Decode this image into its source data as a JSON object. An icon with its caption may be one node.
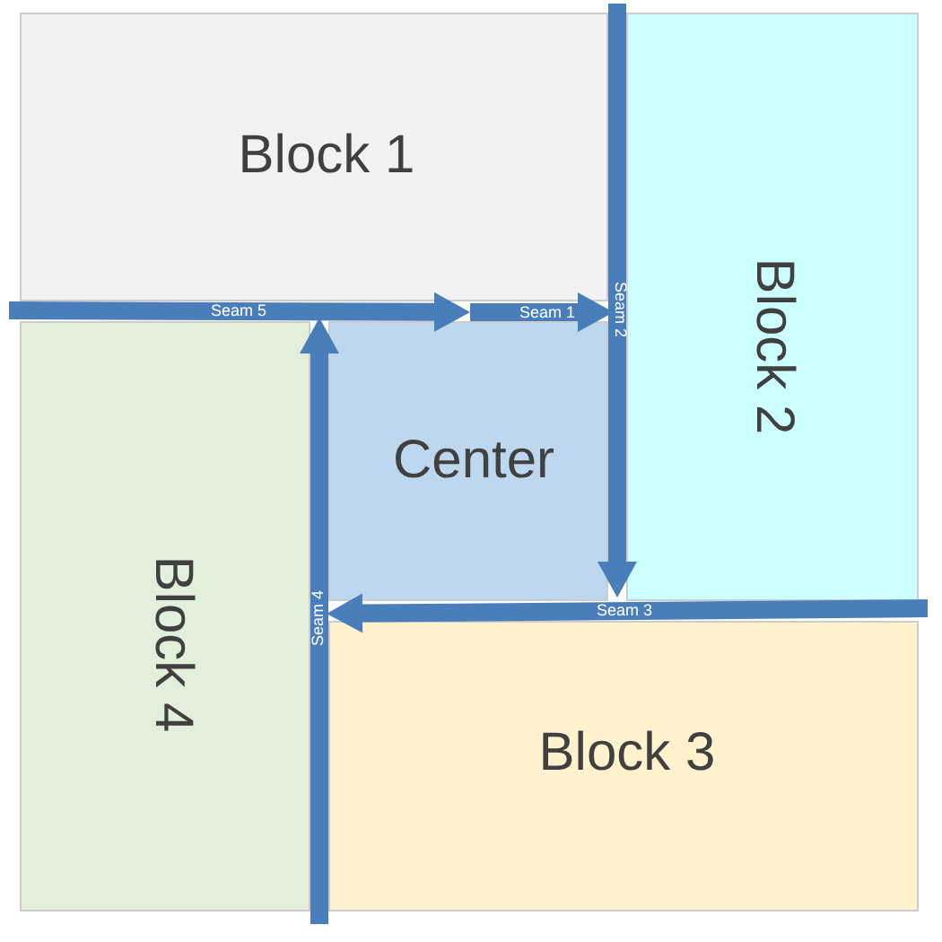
{
  "diagram": {
    "nodes": [
      {
        "text": [
          "Block 1"
        ]
      },
      {
        "text": [
          "Block 2"
        ]
      },
      {
        "text": [
          "Center"
        ]
      },
      {
        "text": [
          "Block 4"
        ]
      },
      {
        "text": [
          "Block 3"
        ]
      }
    ],
    "edges": [
      {
        "from": null,
        "to": 2,
        "arrow": "to",
        "label": "Seam 5"
      },
      {
        "from": null,
        "to": 1,
        "arrow": "to",
        "label": "Seam 1"
      },
      {
        "from": null,
        "to": 4,
        "arrow": "to",
        "label": "Seam 2"
      },
      {
        "from": null,
        "to": 3,
        "arrow": "to",
        "label": "Seam 3"
      },
      {
        "from": null,
        "to": 0,
        "arrow": "to",
        "label": "Seam 4"
      }
    ]
  }
}
